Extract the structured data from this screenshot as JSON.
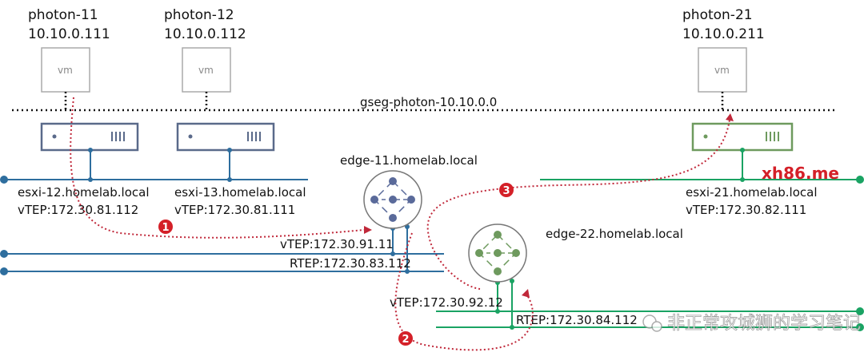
{
  "vms": [
    {
      "name": "photon-11",
      "ip": "10.10.0.111",
      "box_label": "vm"
    },
    {
      "name": "photon-12",
      "ip": "10.10.0.112",
      "box_label": "vm"
    },
    {
      "name": "photon-21",
      "ip": "10.10.0.211",
      "box_label": "vm"
    }
  ],
  "segment": {
    "label": "gseg-photon-10.10.0.0"
  },
  "hosts": [
    {
      "name": "esxi-12.homelab.local",
      "vtep": "vTEP:172.30.81.112"
    },
    {
      "name": "esxi-13.homelab.local",
      "vtep": "vTEP:172.30.81.111"
    },
    {
      "name": "esxi-21.homelab.local",
      "vtep": "vTEP:172.30.82.111"
    }
  ],
  "edges": [
    {
      "name": "edge-11.homelab.local",
      "vtep": "vTEP:172.30.91.11",
      "rtep": "RTEP:172.30.83.112"
    },
    {
      "name": "edge-22.homelab.local",
      "vtep": "vTEP:172.30.92.12",
      "rtep": "RTEP:172.30.84.112"
    }
  ],
  "steps": [
    "1",
    "2",
    "3"
  ],
  "watermarks": {
    "site": "xh86.me",
    "wechat": "非正常攻城狮的学习笔记"
  },
  "colors": {
    "site1": "#2e6e9e",
    "site2": "#1aa363",
    "edge1": "#5a6a9a",
    "edge2": "#6e9a5e",
    "path": "#c0283a"
  }
}
